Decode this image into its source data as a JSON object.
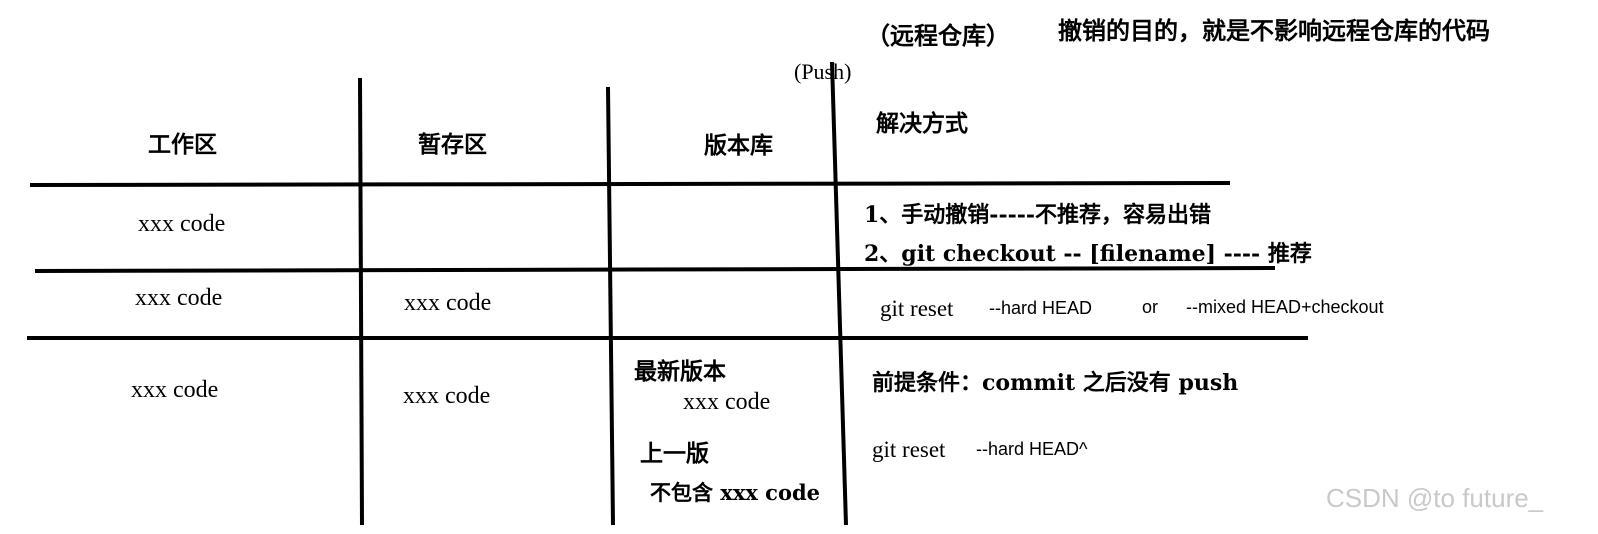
{
  "header": {
    "remote_repo": "（远程仓库）",
    "purpose_note": "撤销的目的，就是不影响远程仓库的代码",
    "push_label": "(Push)"
  },
  "columns": {
    "workspace": "工作区",
    "staging": "暂存区",
    "repository": "版本库",
    "solution": "解决方式"
  },
  "rows": [
    {
      "workspace": "xxx   code",
      "solutions": [
        "1、手动撤销-----不推荐，容易出错",
        "2、git  checkout -- [filename]  ---- 推荐"
      ]
    },
    {
      "workspace": "xxx   code",
      "staging": "xxx   code",
      "solution_main": "git  reset",
      "solution_opt1": "--hard HEAD",
      "solution_or": "or",
      "solution_opt2": "--mixed  HEAD+checkout"
    },
    {
      "workspace": "xxx   code",
      "staging": "xxx   code",
      "repo_latest_label": "最新版本",
      "repo_latest_code": "xxx   code",
      "repo_prev_label": "上一版",
      "repo_prev_desc": "不包含 xxx code",
      "precondition": "前提条件：commit 之后没有 push",
      "cmd_main": "git reset",
      "cmd_args": "--hard   HEAD^"
    }
  ],
  "watermark": "CSDN @to future_"
}
